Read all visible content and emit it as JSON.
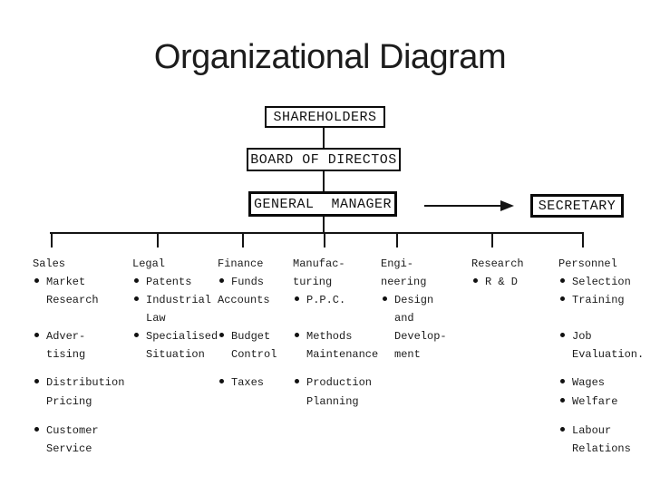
{
  "title": "Organizational Diagram",
  "colors": {
    "ink": "#141414",
    "background": "#ffffff"
  },
  "hierarchy": {
    "shareholders": {
      "label": "SHAREHOLDERS"
    },
    "board": {
      "label": "BOARD OF DIRECTOS"
    },
    "general_manager": {
      "label": "GENERAL  MANAGER"
    },
    "secretary": {
      "label": "SECRETARY"
    }
  },
  "arrow": {
    "from": "general_manager",
    "to": "secretary"
  },
  "departments": [
    {
      "id": "sales",
      "entries": [
        {
          "row": 0,
          "type": "header",
          "text": "Sales"
        },
        {
          "row": 1,
          "type": "bullet",
          "text": "Market"
        },
        {
          "row": 2,
          "type": "cont",
          "text": "Research"
        },
        {
          "row": 4,
          "type": "bullet",
          "text": "Adver-"
        },
        {
          "row": 5,
          "type": "cont",
          "text": "tising"
        },
        {
          "row": 6,
          "type": "bullet",
          "text": "Distribution"
        },
        {
          "row": 7,
          "type": "cont",
          "text": "Pricing"
        },
        {
          "row": 8,
          "type": "bullet",
          "text": "Customer"
        },
        {
          "row": 9,
          "type": "cont",
          "text": "Service"
        }
      ]
    },
    {
      "id": "legal",
      "entries": [
        {
          "row": 0,
          "type": "header",
          "text": "Legal"
        },
        {
          "row": 1,
          "type": "bullet",
          "text": "Patents"
        },
        {
          "row": 2,
          "type": "bullet",
          "text": "Industrial"
        },
        {
          "row": 3,
          "type": "cont",
          "text": "Law"
        },
        {
          "row": 4,
          "type": "bullet",
          "text": "Specialised"
        },
        {
          "row": 5,
          "type": "cont",
          "text": "Situation"
        }
      ]
    },
    {
      "id": "finance",
      "entries": [
        {
          "row": 0,
          "type": "header",
          "text": "Finance"
        },
        {
          "row": 1,
          "type": "bullet",
          "text": "Funds"
        },
        {
          "row": 2,
          "type": "cont0",
          "text": "Accounts"
        },
        {
          "row": 4,
          "type": "bullet",
          "text": "Budget"
        },
        {
          "row": 5,
          "type": "cont",
          "text": "Control"
        },
        {
          "row": 6,
          "type": "bullet",
          "text": "Taxes"
        }
      ]
    },
    {
      "id": "manufacturing",
      "entries": [
        {
          "row": 0,
          "type": "header",
          "text": "Manufac-"
        },
        {
          "row": 1,
          "type": "header",
          "text": "turing"
        },
        {
          "row": 2,
          "type": "bullet",
          "text": "P.P.C."
        },
        {
          "row": 4,
          "type": "bullet",
          "text": "Methods"
        },
        {
          "row": 5,
          "type": "cont",
          "text": "Maintenance"
        },
        {
          "row": 6,
          "type": "bullet",
          "text": "Production"
        },
        {
          "row": 7,
          "type": "cont",
          "text": "Planning"
        }
      ]
    },
    {
      "id": "engineering",
      "entries": [
        {
          "row": 0,
          "type": "header",
          "text": "Engi-"
        },
        {
          "row": 1,
          "type": "header",
          "text": "neering"
        },
        {
          "row": 2,
          "type": "bullet",
          "text": "Design"
        },
        {
          "row": 3,
          "type": "cont",
          "text": "and"
        },
        {
          "row": 4,
          "type": "cont",
          "text": "Develop-"
        },
        {
          "row": 5,
          "type": "cont",
          "text": "ment"
        }
      ]
    },
    {
      "id": "research",
      "entries": [
        {
          "row": 0,
          "type": "header",
          "text": "Research"
        },
        {
          "row": 1,
          "type": "bullet",
          "text": "R & D"
        }
      ]
    },
    {
      "id": "personnel",
      "entries": [
        {
          "row": 0,
          "type": "header",
          "text": "Personnel"
        },
        {
          "row": 1,
          "type": "bullet",
          "text": "Selection"
        },
        {
          "row": 2,
          "type": "bullet",
          "text": "Training"
        },
        {
          "row": 4,
          "type": "bullet",
          "text": "Job"
        },
        {
          "row": 5,
          "type": "cont",
          "text": "Evaluation."
        },
        {
          "row": 6,
          "type": "bullet",
          "text": "Wages"
        },
        {
          "row": 7,
          "type": "bullet",
          "text": "Welfare"
        },
        {
          "row": 8,
          "type": "bullet",
          "text": "Labour"
        },
        {
          "row": 9,
          "type": "cont",
          "text": "Relations"
        }
      ]
    }
  ]
}
